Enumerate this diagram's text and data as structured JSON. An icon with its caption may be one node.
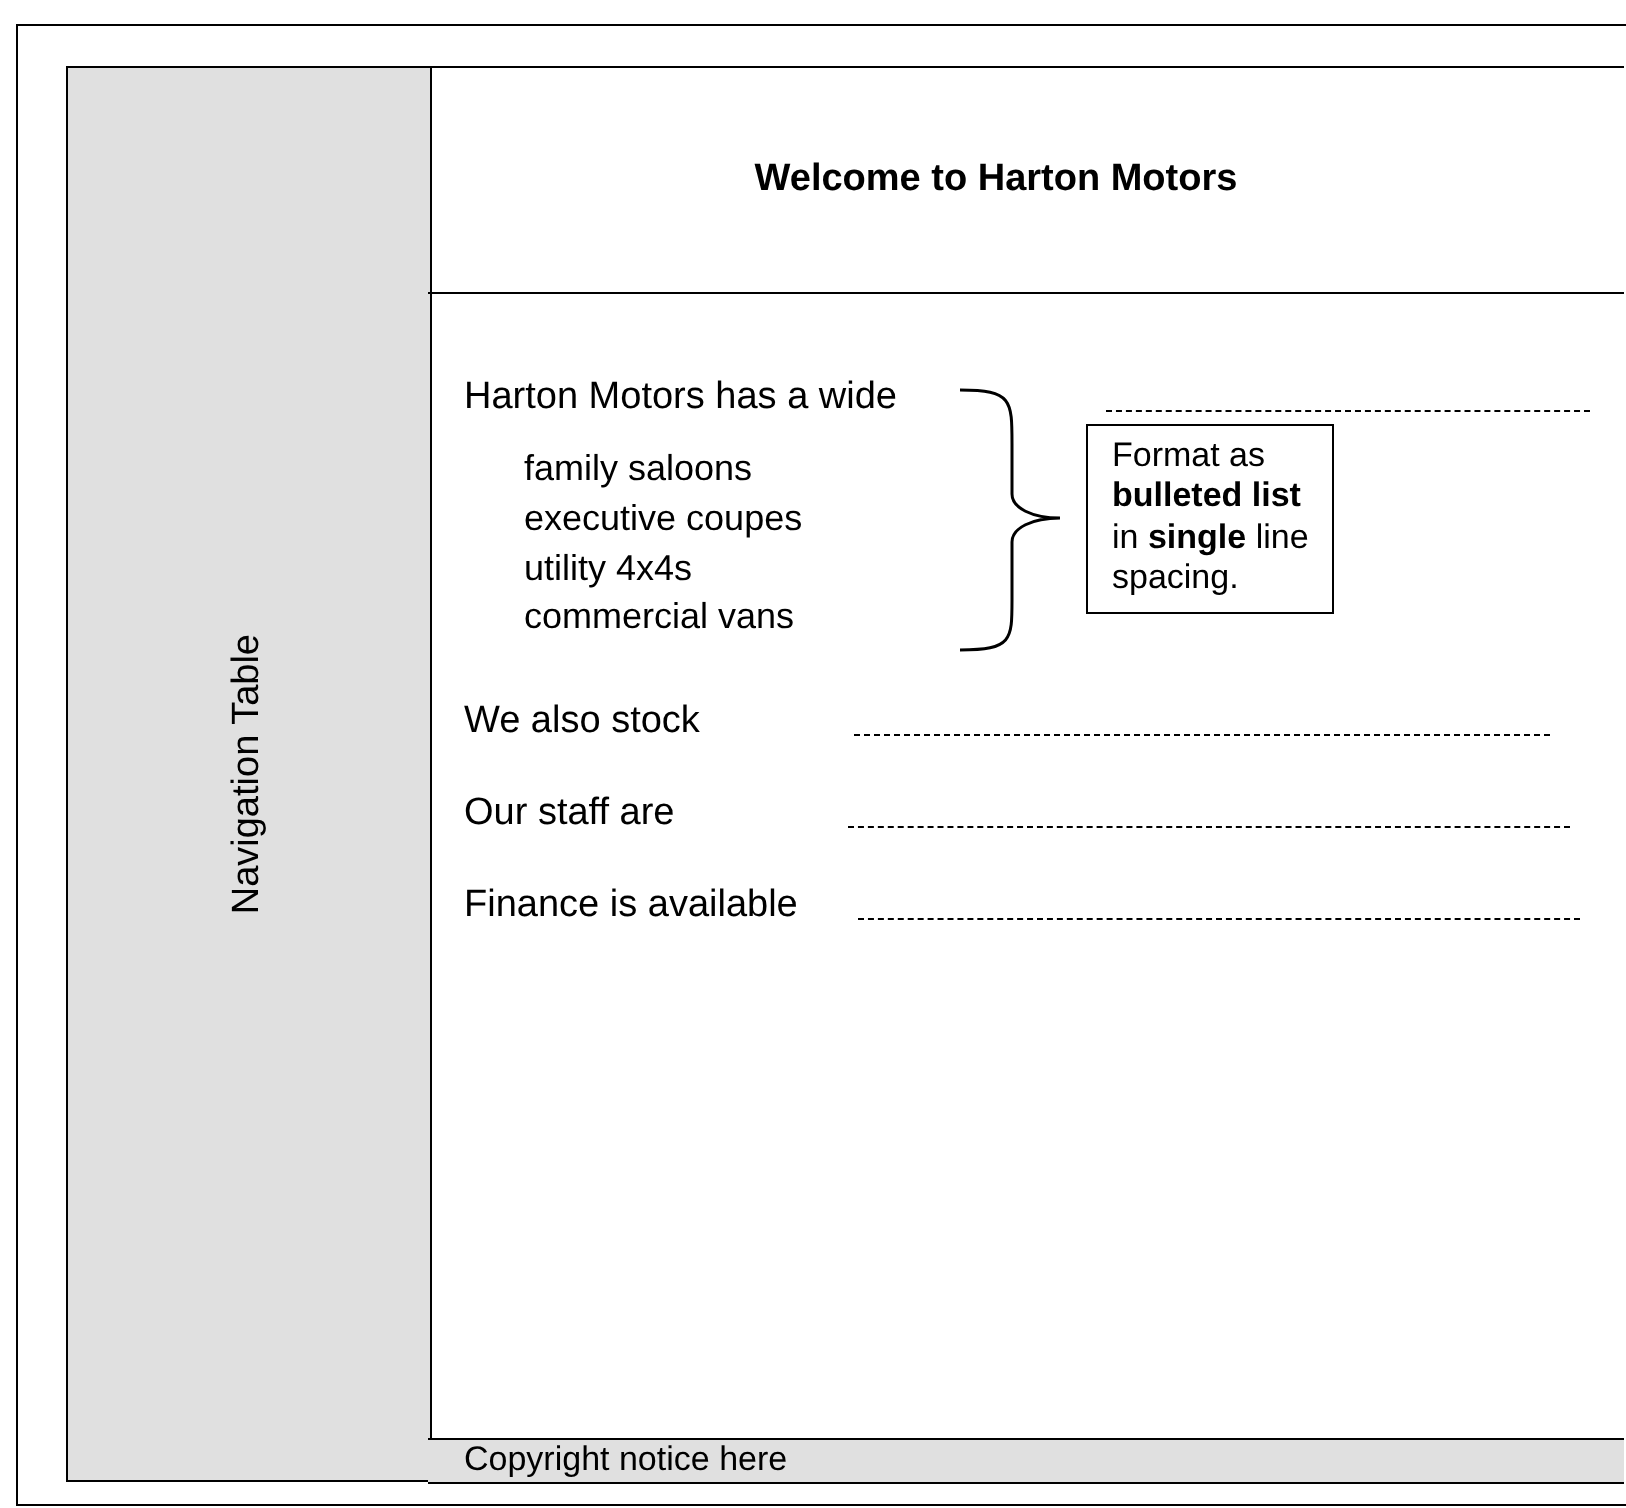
{
  "diagram": {
    "nodes": [
      {
        "text": [],
        "shape": "box"
      },
      {
        "text": [
          "Navigation Table"
        ],
        "in": 0
      },
      {
        "text": [
          "Welcome to Harton Motors"
        ],
        "in": 0
      },
      {
        "text": [
          "Format as **bulleted list** in **single** line spacing."
        ],
        "in": 0
      },
      {
        "text": [
          "Copyright notice here"
        ],
        "in": 0
      }
    ],
    "edges": [],
    "labels": [
      "Harton Motors has a wide",
      "family saloons",
      "executive coupes",
      "utility 4x4s",
      "commercial vans",
      "We also stock",
      "Our staff are",
      "Finance is available"
    ]
  }
}
